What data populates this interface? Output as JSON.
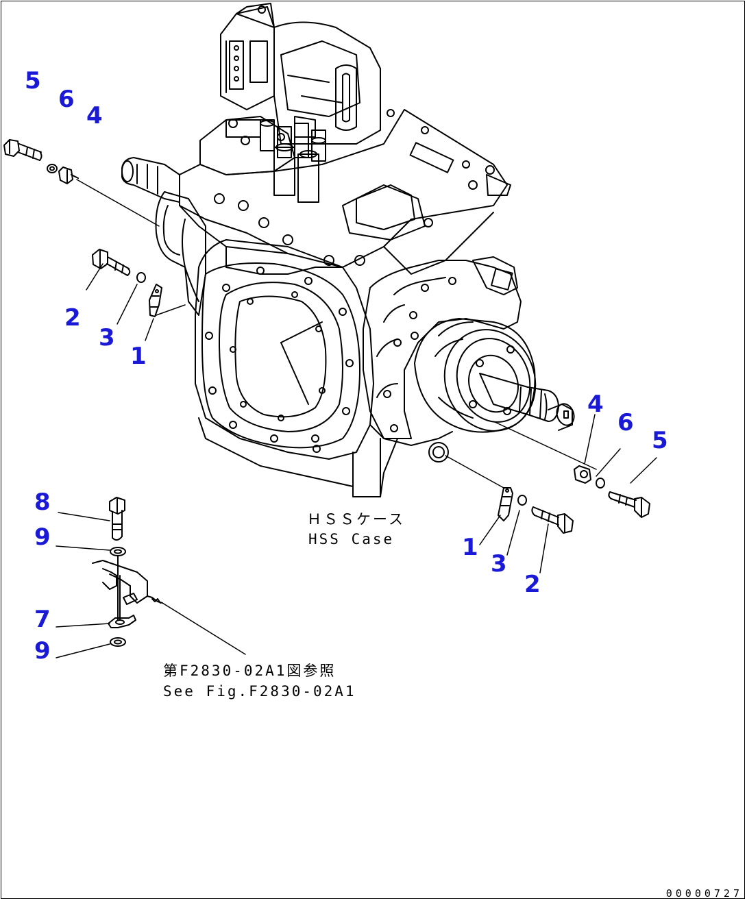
{
  "callouts": {
    "c5a": "5",
    "c6a": "6",
    "c4a": "4",
    "c2a": "2",
    "c3a": "3",
    "c1a": "1",
    "c4b": "4",
    "c6b": "6",
    "c5b": "5",
    "c1b": "1",
    "c3b": "3",
    "c2b": "2",
    "c8": "8",
    "c9a": "9",
    "c7": "7",
    "c9b": "9"
  },
  "notes": {
    "case_jp": "ＨＳＳケース",
    "case_en": "HSS Case",
    "ref_jp": "第F2830-02A1図参照",
    "ref_en": "See Fig.F2830-02A1"
  },
  "doc_number": "00000727",
  "colors": {
    "callout": "#1a1ad6",
    "line": "#000000"
  }
}
